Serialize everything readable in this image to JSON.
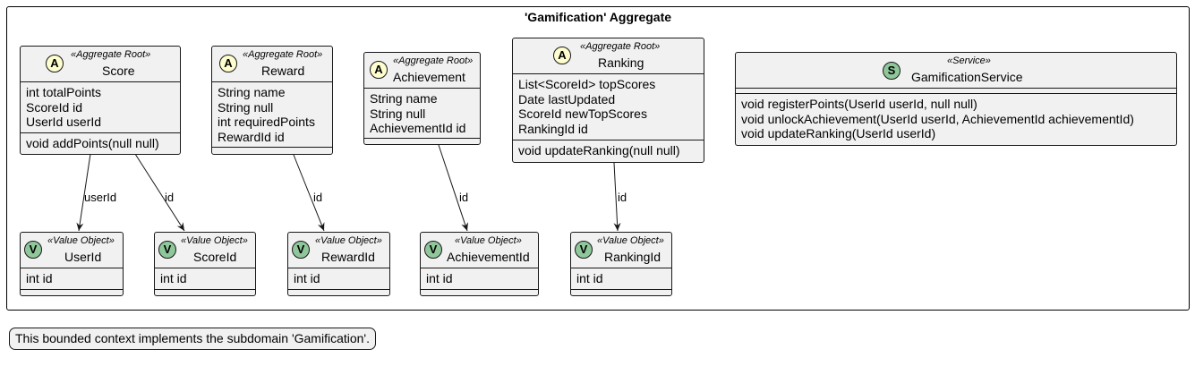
{
  "aggregate": {
    "title": "'Gamification' Aggregate"
  },
  "classes": {
    "score": {
      "icon": "A",
      "stereotype": "«Aggregate Root»",
      "name": "Score",
      "attributes": [
        "int totalPoints",
        "ScoreId id",
        "UserId userId"
      ],
      "operations": [
        "void addPoints(null null)"
      ]
    },
    "reward": {
      "icon": "A",
      "stereotype": "«Aggregate Root»",
      "name": "Reward",
      "attributes": [
        "String name",
        "String null",
        "int requiredPoints",
        "RewardId id"
      ],
      "operations": []
    },
    "achievement": {
      "icon": "A",
      "stereotype": "«Aggregate Root»",
      "name": "Achievement",
      "attributes": [
        "String name",
        "String null",
        "AchievementId id"
      ],
      "operations": []
    },
    "ranking": {
      "icon": "A",
      "stereotype": "«Aggregate Root»",
      "name": "Ranking",
      "attributes": [
        "List<ScoreId> topScores",
        "Date lastUpdated",
        "ScoreId newTopScores",
        "RankingId id"
      ],
      "operations": [
        "void updateRanking(null null)"
      ]
    },
    "service": {
      "icon": "S",
      "stereotype": "«Service»",
      "name": "GamificationService",
      "attributes": [],
      "operations": [
        "void registerPoints(UserId userId, null null)",
        "void unlockAchievement(UserId userId, AchievementId achievementId)",
        "void updateRanking(UserId userId)"
      ]
    },
    "userid": {
      "icon": "V",
      "stereotype": "«Value Object»",
      "name": "UserId",
      "attributes": [
        "int id"
      ],
      "operations": []
    },
    "scoreid": {
      "icon": "V",
      "stereotype": "«Value Object»",
      "name": "ScoreId",
      "attributes": [
        "int id"
      ],
      "operations": []
    },
    "rewardid": {
      "icon": "V",
      "stereotype": "«Value Object»",
      "name": "RewardId",
      "attributes": [
        "int id"
      ],
      "operations": []
    },
    "achievementid": {
      "icon": "V",
      "stereotype": "«Value Object»",
      "name": "AchievementId",
      "attributes": [
        "int id"
      ],
      "operations": []
    },
    "rankingid": {
      "icon": "V",
      "stereotype": "«Value Object»",
      "name": "RankingId",
      "attributes": [
        "int id"
      ],
      "operations": []
    }
  },
  "edges": {
    "score_userid": "userId",
    "score_scoreid": "id",
    "reward_rewardid": "id",
    "achievement_achievementid": "id",
    "ranking_rankingid": "id"
  },
  "note": "This bounded context implements the subdomain 'Gamification'."
}
